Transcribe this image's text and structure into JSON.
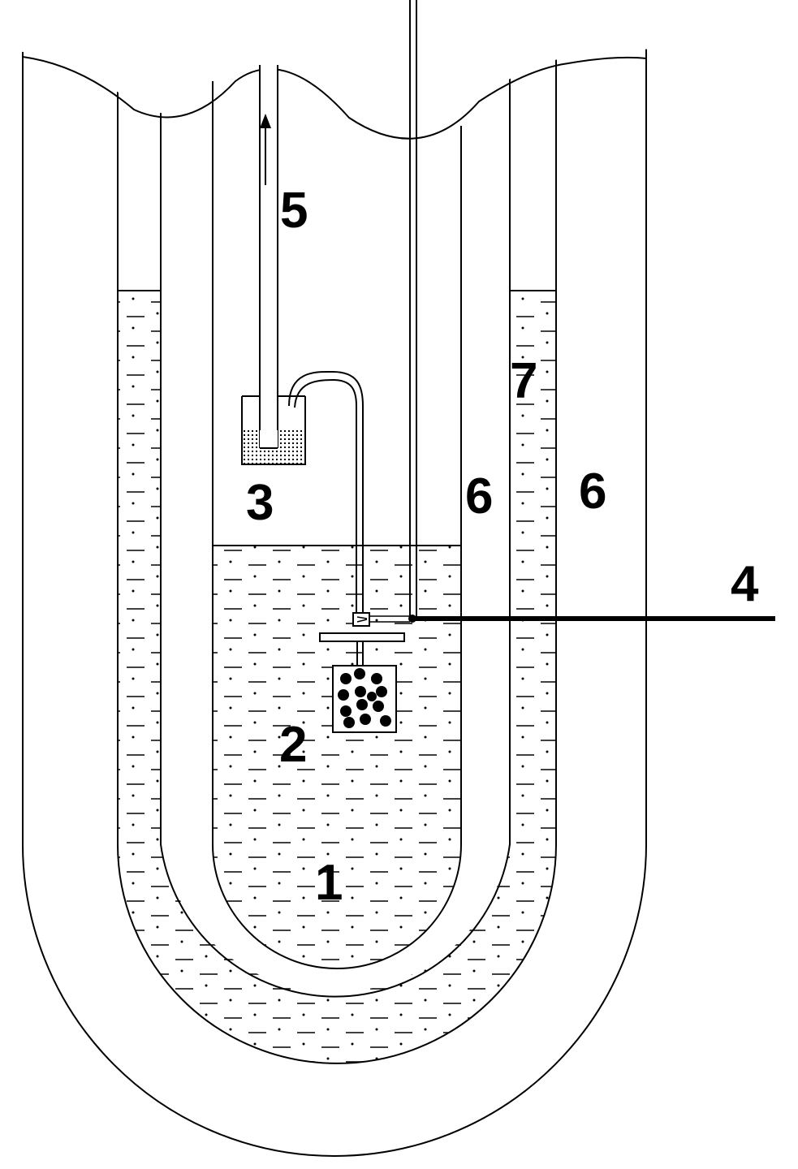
{
  "labels": {
    "l1": "1",
    "l2": "2",
    "l3": "3",
    "l4": "4",
    "l5": "5",
    "l6a": "6",
    "l6b": "6",
    "l7": "7"
  },
  "colors": {
    "line": "#000000",
    "background": "#ffffff",
    "fill": "#000000"
  }
}
